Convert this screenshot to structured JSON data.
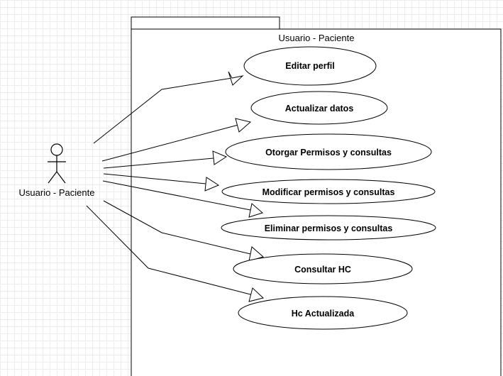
{
  "diagram": {
    "type": "uml-use-case",
    "system_boundary_label": "Usuario - Paciente",
    "actor": {
      "name": "Usuario - Paciente"
    },
    "use_cases": [
      {
        "id": "uc1",
        "label": "Editar perfil"
      },
      {
        "id": "uc2",
        "label": "Actualizar datos"
      },
      {
        "id": "uc3",
        "label": "Otorgar Permisos y consultas"
      },
      {
        "id": "uc4",
        "label": "Modificar permisos y consultas"
      },
      {
        "id": "uc5",
        "label": "Eliminar permisos y consultas"
      },
      {
        "id": "uc6",
        "label": "Consultar HC"
      },
      {
        "id": "uc7",
        "label": "Hc Actualizada"
      }
    ],
    "associations": [
      {
        "from": "actor",
        "to": "uc1",
        "arrow": "hollow-triangle"
      },
      {
        "from": "actor",
        "to": "uc2",
        "arrow": "hollow-triangle"
      },
      {
        "from": "actor",
        "to": "uc3",
        "arrow": "hollow-triangle"
      },
      {
        "from": "actor",
        "to": "uc4",
        "arrow": "hollow-triangle"
      },
      {
        "from": "actor",
        "to": "uc5",
        "arrow": "hollow-triangle"
      },
      {
        "from": "actor",
        "to": "uc6",
        "arrow": "hollow-triangle"
      },
      {
        "from": "actor",
        "to": "uc7",
        "arrow": "hollow-triangle"
      }
    ],
    "colors": {
      "line": "#000000",
      "fill": "#ffffff",
      "grid": "#ececec"
    }
  }
}
